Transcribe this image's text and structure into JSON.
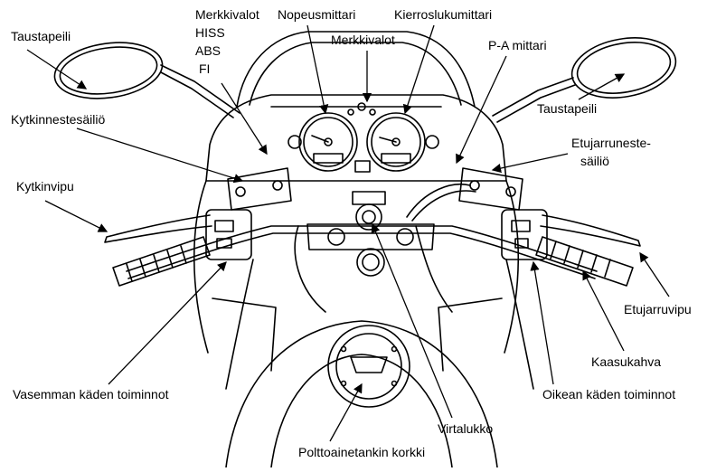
{
  "labels": {
    "mirror_left": "Taustapeili",
    "mirror_right": "Taustapeili",
    "indicator_lights_1": "Merkkivalot",
    "hiss": "HISS",
    "abs": "ABS",
    "fi": "FI",
    "speedometer": "Nopeusmittari",
    "indicator_lights_2": "Merkkivalot",
    "tachometer": "Kierroslukumittari",
    "pa_gauge": "P-A mittari",
    "clutch_reservoir": "Kytkinnestesäiliö",
    "front_brake_reservoir_1": "Etujarruneste-",
    "front_brake_reservoir_2": "säiliö",
    "clutch_lever": "Kytkinvipu",
    "front_brake_lever": "Etujarruvipu",
    "throttle_grip": "Kaasukahva",
    "left_controls": "Vasemman käden toiminnot",
    "right_controls": "Oikean käden toiminnot",
    "ignition_switch": "Virtalukko",
    "fuel_cap": "Polttoainetankin korkki"
  }
}
